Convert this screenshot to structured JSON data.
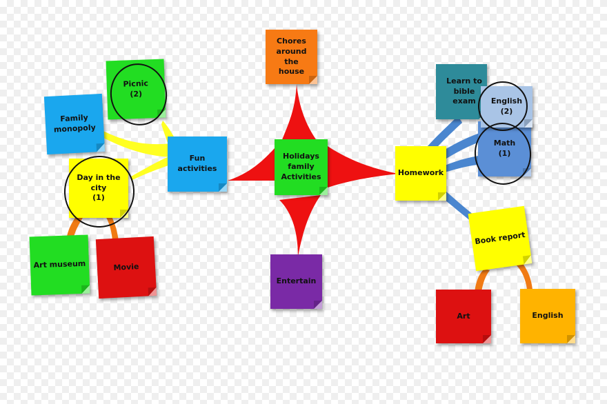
{
  "center": {
    "label": "Holidays\nfamily\nActivities",
    "color": "#22dd22"
  },
  "notes": {
    "chores": {
      "label": "Chores\naround the\nhouse",
      "color": "#f77a14"
    },
    "entertain": {
      "label": "Entertain",
      "color": "#7a2aa6"
    },
    "fun_activities": {
      "label": "Fun activities",
      "color": "#1aa7ee"
    },
    "homework": {
      "label": "Homework",
      "color": "#ffff00"
    },
    "family_monopoly": {
      "label": "Family\nmonopoly",
      "color": "#1aa7ee"
    },
    "picnic": {
      "label": "Picnic\n(2)",
      "color": "#22dd22"
    },
    "day_in_city": {
      "label": "Day in the\ncity\n(1)",
      "color": "#ffff00"
    },
    "art_museum": {
      "label": "Art museum",
      "color": "#22dd22"
    },
    "movie": {
      "label": "Movie",
      "color": "#dd1111"
    },
    "learn_bible": {
      "label": "Learn to\nbible exam",
      "color": "#2e8b9a"
    },
    "english_2": {
      "label": "English\n(2)",
      "color": "#a9c4e6"
    },
    "math": {
      "label": "Math\n(1)",
      "color": "#5b8fd6"
    },
    "book_report": {
      "label": "Book report",
      "color": "#ffff00"
    },
    "art": {
      "label": "Art",
      "color": "#dd1111"
    },
    "english": {
      "label": "English",
      "color": "#ffb300"
    }
  },
  "link_colors": {
    "center": "#ee1111",
    "fun": "#ffff22",
    "homework": "#4a86cf",
    "orange": "#f07a14"
  }
}
